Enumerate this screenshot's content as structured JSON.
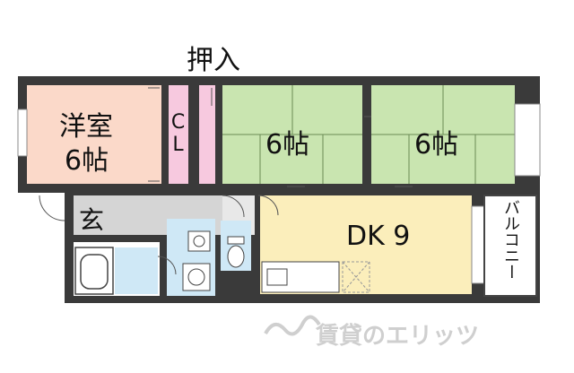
{
  "labels": {
    "closet_top": "押入",
    "western_room_name": "洋室",
    "western_room_size": "6帖",
    "cl": "CL",
    "tatami_left_size": "6帖",
    "tatami_right_size": "6帖",
    "entrance": "玄",
    "dk": "DK 9",
    "balcony": "バルコニー",
    "watermark": "賃貸のエリッツ"
  },
  "colors": {
    "western_room": "#fbd9c9",
    "closet": "#f7c9df",
    "tatami": "#c9e5b0",
    "dk": "#fbeebb",
    "entrance": "#d5d5d5",
    "wet_area": "#cfe8f6",
    "wall": "#3a3a3a"
  }
}
